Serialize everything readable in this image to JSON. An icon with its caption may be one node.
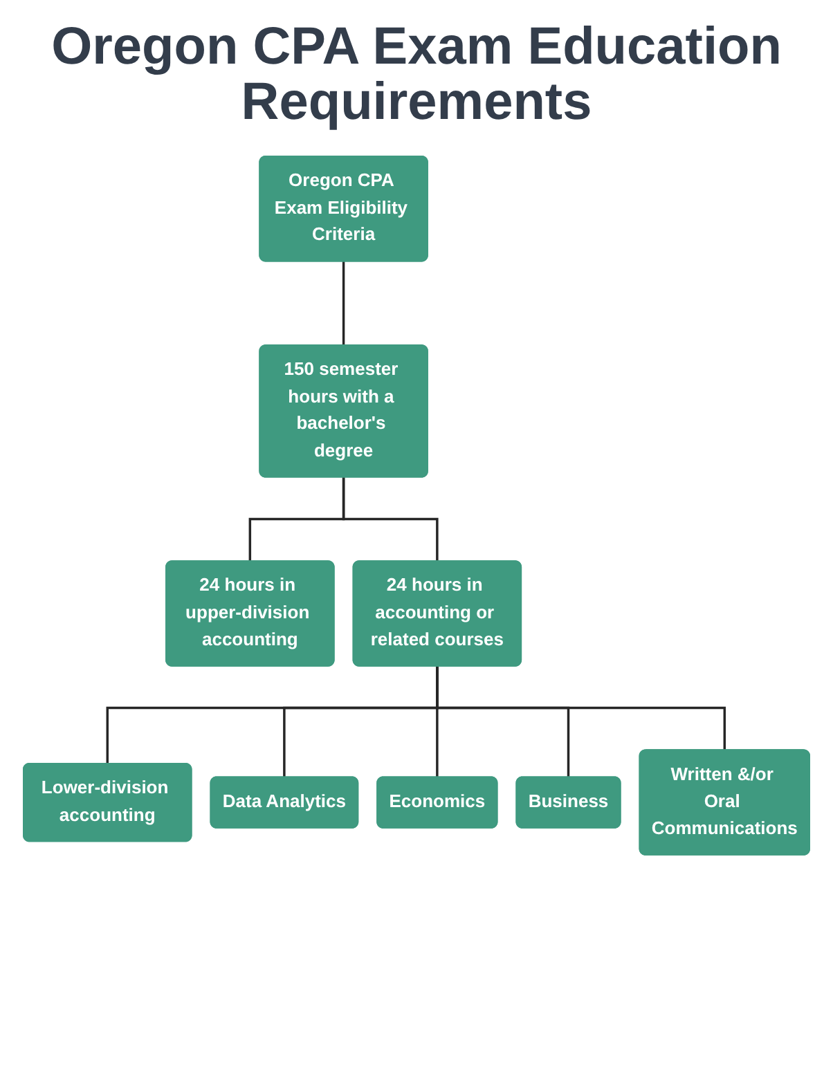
{
  "diagram": {
    "title": "Oregon CPA Exam Education Requirements",
    "nodes": [
      {
        "text": [
          "Oregon CPA Exam Eligibility Criteria"
        ]
      },
      {
        "text": [
          "150 semester hours with a bachelor's degree"
        ]
      },
      {
        "text": [
          "24 hours in upper-division accounting"
        ]
      },
      {
        "text": [
          "24 hours in accounting or related courses"
        ]
      },
      {
        "text": [
          "Lower-division accounting"
        ]
      },
      {
        "text": [
          "Data Analytics"
        ]
      },
      {
        "text": [
          "Economics"
        ]
      },
      {
        "text": [
          "Business"
        ]
      },
      {
        "text": [
          "Written &/or Oral Communications"
        ]
      }
    ],
    "edges": [
      {
        "from": 0,
        "to": 1,
        "arrow": "none"
      },
      {
        "from": 1,
        "to": 2,
        "arrow": "none"
      },
      {
        "from": 1,
        "to": 3,
        "arrow": "none"
      },
      {
        "from": 3,
        "to": 4,
        "arrow": "none"
      },
      {
        "from": 3,
        "to": 5,
        "arrow": "none"
      },
      {
        "from": 3,
        "to": 6,
        "arrow": "none"
      },
      {
        "from": 3,
        "to": 7,
        "arrow": "none"
      },
      {
        "from": 3,
        "to": 8,
        "arrow": "none"
      }
    ]
  }
}
